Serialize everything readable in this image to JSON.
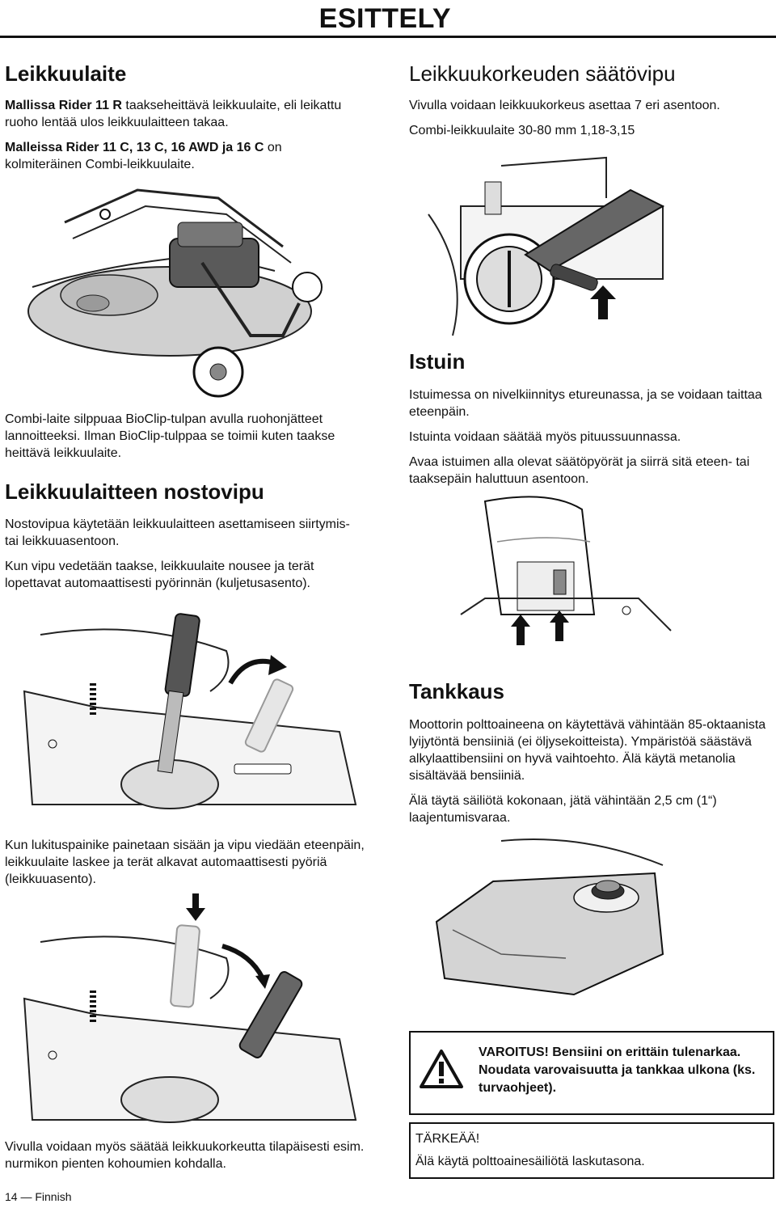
{
  "header": {
    "title": "ESITTELY"
  },
  "cutting_unit": {
    "heading": "Leikkuulaite",
    "p1_bold": "Mallissa Rider 11 R",
    "p1_rest": " taakseheittävä leikkuulaite, eli leikattu ruoho lentää ulos leikkuulaitteen takaa.",
    "p2_bold": "Malleissa Rider 11 C, 13 C, 16 AWD ja 16 C",
    "p2_rest": " on kolmiteräinen Combi-leikkuulaite.",
    "caption": " Combi-laite silppuaa BioClip-tulpan avulla ruohonjätteet lannoitteeksi. Ilman BioClip-tulppaa se toimii kuten taakse heittävä leikkuulaite."
  },
  "height_lever": {
    "heading": "Leikkuukorkeuden säätövipu",
    "p1": "Vivulla voidaan leikkuukorkeus asettaa 7 eri asentoon.",
    "p2": "Combi-leikkuulaite 30-80 mm 1,18-3,15"
  },
  "lift_lever": {
    "heading": "Leikkuulaitteen nostovipu",
    "p1": "Nostovipua käytetään leikkuulaitteen asettamiseen siirtymis- tai leikkuuasentoon.",
    "p2": "Kun vipu vedetään taakse, leikkuulaite nousee ja terät lopettavat automaattisesti pyörinnän (kuljetusasento).",
    "p3": "Kun lukituspainike painetaan sisään ja vipu viedään eteenpäin, leikkuulaite laskee ja terät alkavat automaattisesti pyöriä (leikkuuasento).",
    "p4": "Vivulla voidaan myös säätää leikkuukorkeutta tilapäisesti esim. nurmikon pienten kohoumien kohdalla."
  },
  "seat": {
    "heading": "Istuin",
    "p1": "Istuimessa on nivelkiinnitys etureunassa, ja se voidaan taittaa eteenpäin.",
    "p2": "Istuinta voidaan säätää myös pituussuunnassa.",
    "p3": "Avaa istuimen alla olevat säätöpyörät ja siirrä sitä eteen- tai taaksepäin haluttuun asentoon."
  },
  "fueling": {
    "heading": "Tankkaus",
    "p1": "Moottorin polttoaineena on käytettävä vähintään 85-oktaanista lyijytöntä bensiiniä (ei öljysekoitteista). Ympäristöä säästävä alkylaattibensiini on hyvä vaihtoehto. Älä käytä metanolia sisältävää bensiiniä.",
    "p2": "Älä täytä säiliötä kokonaan, jätä vähintään 2,5 cm (1“) laajentumisvaraa."
  },
  "warning": {
    "icon": "warning-triangle-icon",
    "text": "VAROITUS! Bensiini on erittäin tulenarkaa. Noudata varovaisuutta ja tankkaa ulkona (ks. turvaohjeet)."
  },
  "important": {
    "title": "TÄRKEÄÄ!",
    "text": "Älä käytä polttoainesäiliötä laskutasona."
  },
  "footer": {
    "page": "14 — Finnish"
  }
}
